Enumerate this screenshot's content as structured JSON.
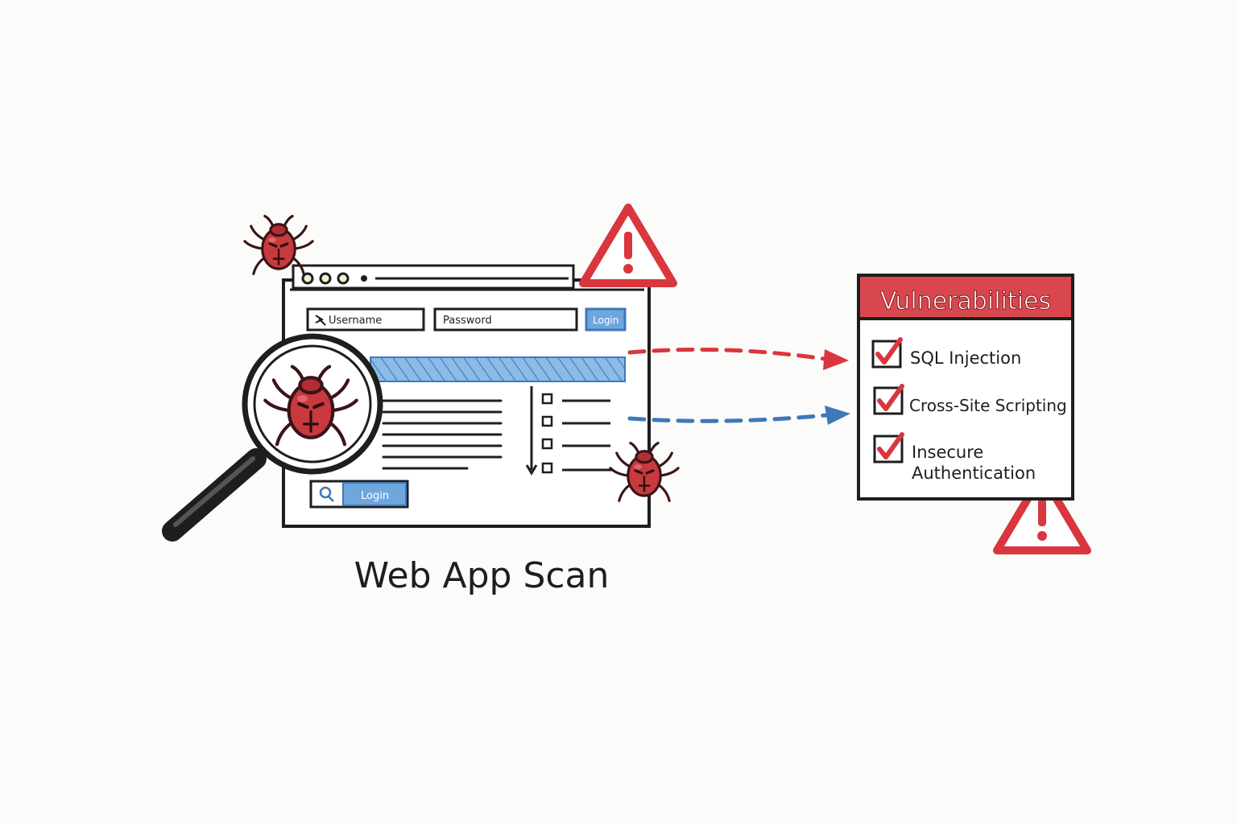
{
  "login_form": {
    "username_placeholder": "Username",
    "password_placeholder": "Password",
    "login_button": "Login"
  },
  "search_bar": {
    "login_button": "Login"
  },
  "caption": "Web App Scan",
  "vulnerabilities": {
    "title": "Vulnerabilities",
    "items": [
      {
        "line1": "SQL Injection",
        "line2": "",
        "checked": true
      },
      {
        "line1": "Cross-Site Scripting",
        "line2": "",
        "checked": true
      },
      {
        "line1": "Insecure",
        "line2": "Authentication",
        "checked": true
      }
    ]
  },
  "colors": {
    "accent_red": "#d9363e",
    "accent_blue": "#3f78b8",
    "light_blue": "#7fb1e3",
    "bug_red": "#c9393e",
    "ink": "#1e1e1e"
  },
  "icons": [
    "bug-icon",
    "warning-icon",
    "magnifying-glass-icon",
    "search-icon",
    "checkbox-icon",
    "arrow-icon"
  ]
}
